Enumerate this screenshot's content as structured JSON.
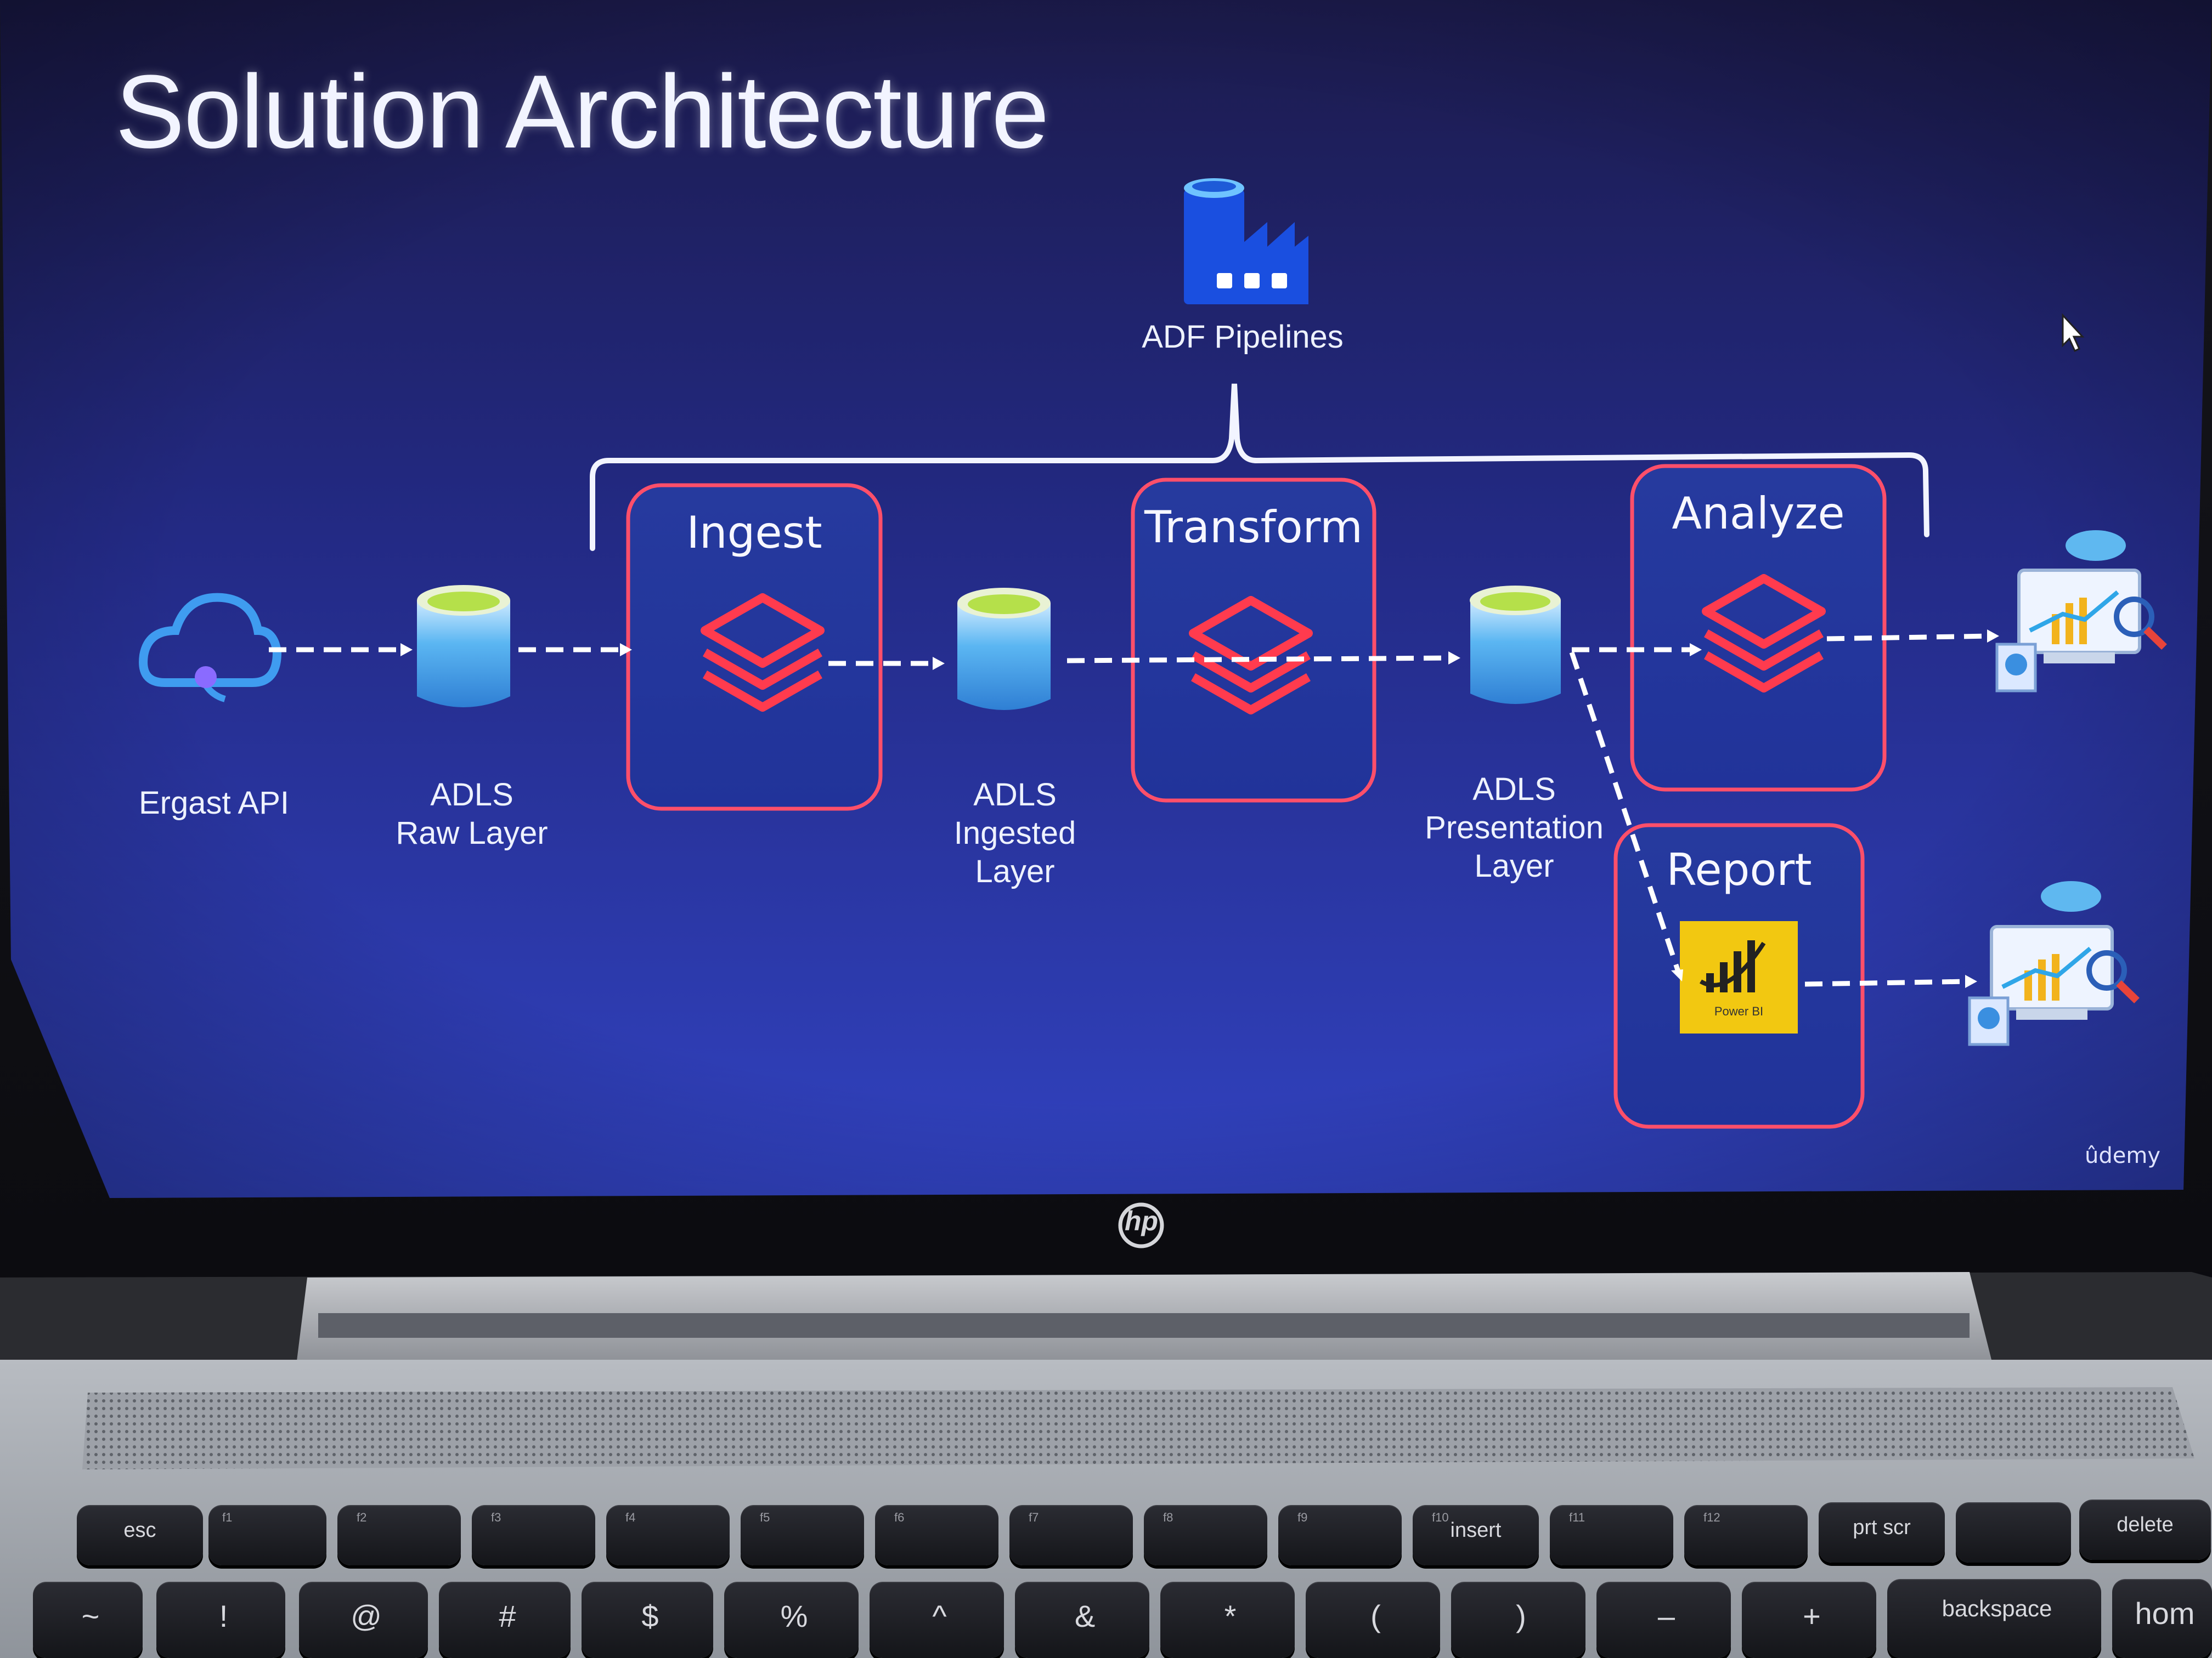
{
  "slide": {
    "title": "Solution Architecture",
    "orchestrator": {
      "label": "ADF Pipelines",
      "icon": "data-factory-icon"
    },
    "nodes": {
      "api": {
        "label": "Ergast API",
        "icon": "cloud-api-icon"
      },
      "raw": {
        "line1": "ADLS",
        "line2": "Raw Layer",
        "icon": "storage-cylinder-icon"
      },
      "ingested": {
        "line1": "ADLS",
        "line2": "Ingested",
        "line3": "Layer",
        "icon": "storage-cylinder-icon"
      },
      "presentation": {
        "line1": "ADLS",
        "line2": "Presentation",
        "line3": "Layer",
        "icon": "storage-cylinder-icon"
      }
    },
    "stages": {
      "ingest": {
        "title": "Ingest",
        "icon": "databricks-icon"
      },
      "transform": {
        "title": "Transform",
        "icon": "databricks-icon"
      },
      "analyze": {
        "title": "Analyze",
        "icon": "databricks-icon"
      },
      "report": {
        "title": "Report",
        "icon": "power-bi-icon",
        "logo_text": "Power BI"
      }
    },
    "outputs": {
      "icon": "analytics-dashboard-icon"
    },
    "watermark": "ûdemy",
    "colors": {
      "background_top": "#1f1f5e",
      "background_bottom": "#2e3fb0",
      "stage_border": "#ff4f6a",
      "databricks_red": "#ff3b4e",
      "storage_cap": "#b5e04a",
      "storage_body": "#4aa8e8",
      "factory_blue": "#1a4fe0",
      "powerbi_yellow": "#f2c811"
    }
  },
  "laptop": {
    "brand": "hp",
    "keys_row1": [
      "esc",
      "",
      "",
      "",
      "",
      "",
      "",
      "",
      "",
      "",
      "insert",
      "",
      "",
      "prt scr",
      "",
      "delete"
    ],
    "keys_row2": [
      "~",
      "!",
      "@",
      "#",
      "$",
      "%",
      "^",
      "&",
      "*",
      "(",
      ")",
      "–",
      "+",
      "backspace",
      "hom"
    ],
    "fn_labels": [
      "f1",
      "f2",
      "f3",
      "f4",
      "f5",
      "f6",
      "f7",
      "f8",
      "f9",
      "f10",
      "f11",
      "f12"
    ]
  }
}
